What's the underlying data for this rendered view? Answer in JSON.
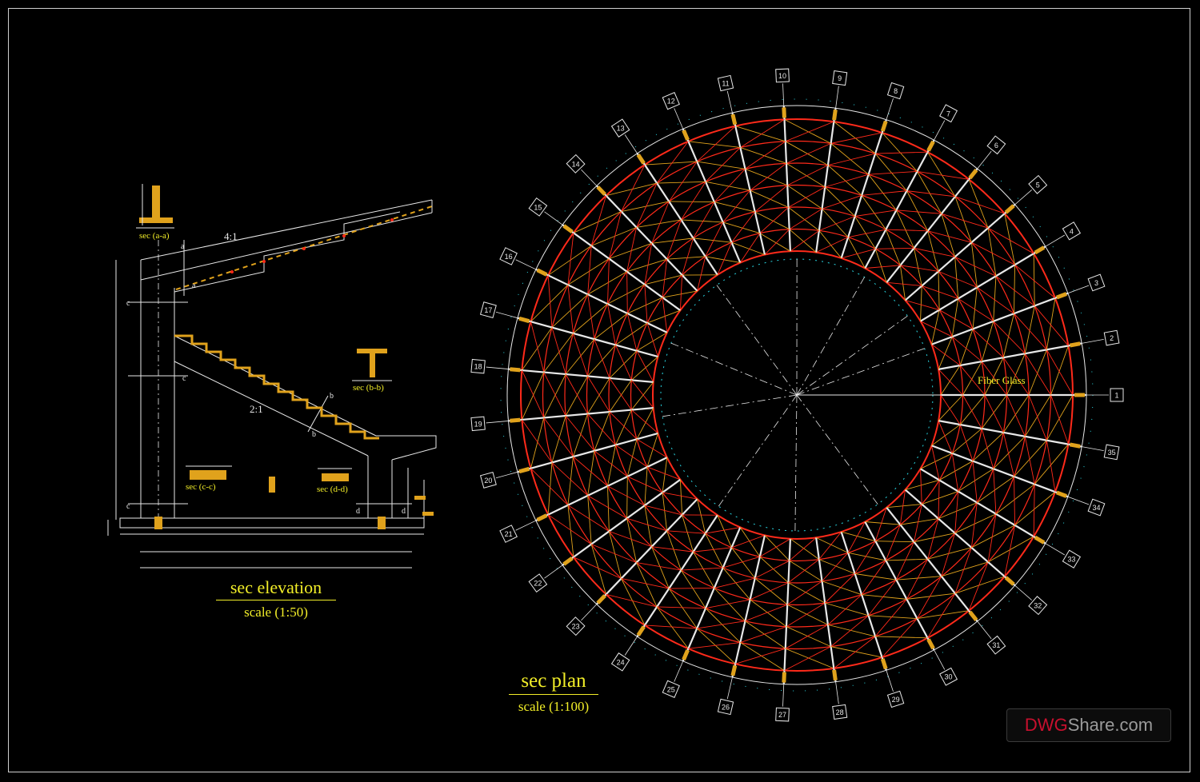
{
  "elevation": {
    "title": "sec elevation",
    "scale": "scale (1:50)",
    "labels": {
      "sec_aa": "sec (a-a)",
      "sec_bb": "sec (b-b)",
      "sec_cc": "sec (c-c)",
      "sec_dd": "sec (d-d)",
      "slope_roof": "4:1",
      "slope_stair": "2:1",
      "cut_a": "a",
      "cut_b": "b",
      "cut_c": "c",
      "cut_d": "d"
    }
  },
  "plan": {
    "title": "sec plan",
    "scale": "scale (1:100)",
    "material_label": "Fiber Glass",
    "axis_labels": [
      "1",
      "2",
      "3",
      "4",
      "5",
      "6",
      "7",
      "8",
      "9",
      "10",
      "11",
      "12",
      "13",
      "14",
      "15",
      "16",
      "17",
      "18",
      "19",
      "20",
      "21",
      "22",
      "23",
      "24",
      "25",
      "26",
      "27",
      "28",
      "29",
      "30",
      "31",
      "32",
      "33",
      "34",
      "35"
    ]
  },
  "watermark": {
    "part1": "DWG",
    "part2": "Share.com"
  },
  "colors": {
    "background": "#000000",
    "frame": "#cfcfcf",
    "title": "#f2ee28",
    "red": "#ff2a1a",
    "gold": "#e0a21c",
    "white_line": "#e8e8e8",
    "cyan_dim": "#29d4e0",
    "watermark_red": "#c8102e",
    "watermark_gray": "#9a9a9a"
  }
}
